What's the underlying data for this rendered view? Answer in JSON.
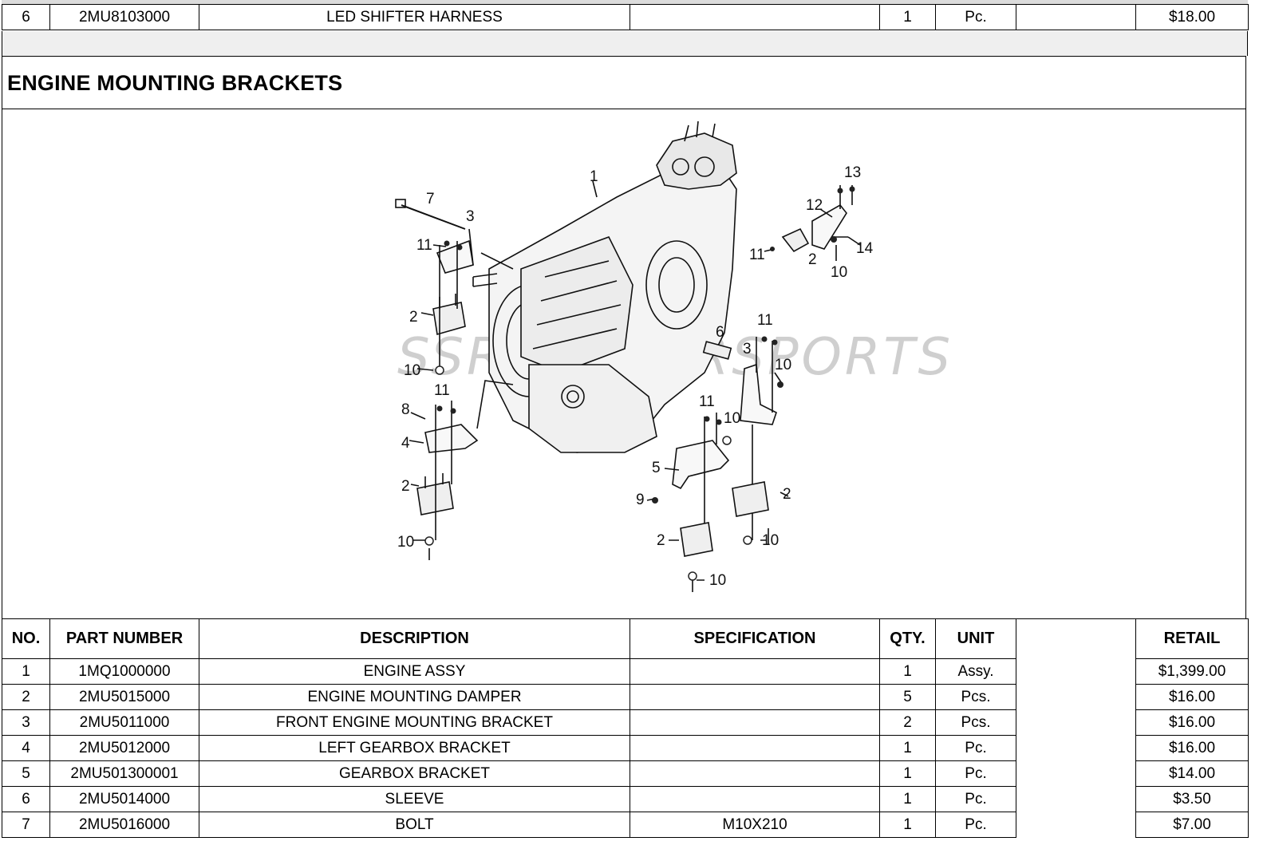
{
  "top_row": {
    "no": "6",
    "part_number": "2MU8103000",
    "description": "LED SHIFTER HARNESS",
    "specification": "",
    "qty": "1",
    "unit": "Pc.",
    "blank": "",
    "retail": "$18.00"
  },
  "section_title": "ENGINE MOUNTING BRACKETS",
  "diagram": {
    "watermark": "SSR MOTORSPORTS",
    "callouts": [
      "1",
      "2",
      "3",
      "4",
      "5",
      "6",
      "7",
      "8",
      "9",
      "10",
      "11",
      "12",
      "13",
      "14"
    ]
  },
  "headers": {
    "no": "NO.",
    "part_number": "PART NUMBER",
    "description": "DESCRIPTION",
    "specification": "SPECIFICATION",
    "qty": "QTY.",
    "unit": "UNIT",
    "blank": "",
    "retail": "RETAIL"
  },
  "parts": [
    {
      "no": "1",
      "part_number": "1MQ1000000",
      "description": "ENGINE ASSY",
      "specification": "",
      "qty": "1",
      "unit": "Assy.",
      "retail": "$1,399.00"
    },
    {
      "no": "2",
      "part_number": "2MU5015000",
      "description": "ENGINE MOUNTING DAMPER",
      "specification": "",
      "qty": "5",
      "unit": "Pcs.",
      "retail": "$16.00"
    },
    {
      "no": "3",
      "part_number": "2MU5011000",
      "description": "FRONT ENGINE MOUNTING BRACKET",
      "specification": "",
      "qty": "2",
      "unit": "Pcs.",
      "retail": "$16.00"
    },
    {
      "no": "4",
      "part_number": "2MU5012000",
      "description": "LEFT GEARBOX BRACKET",
      "specification": "",
      "qty": "1",
      "unit": "Pc.",
      "retail": "$16.00"
    },
    {
      "no": "5",
      "part_number": "2MU501300001",
      "description": "GEARBOX BRACKET",
      "specification": "",
      "qty": "1",
      "unit": "Pc.",
      "retail": "$14.00"
    },
    {
      "no": "6",
      "part_number": "2MU5014000",
      "description": "SLEEVE",
      "specification": "",
      "qty": "1",
      "unit": "Pc.",
      "retail": "$3.50"
    },
    {
      "no": "7",
      "part_number": "2MU5016000",
      "description": "BOLT",
      "specification": "M10X210",
      "qty": "1",
      "unit": "Pc.",
      "retail": "$7.00"
    }
  ]
}
